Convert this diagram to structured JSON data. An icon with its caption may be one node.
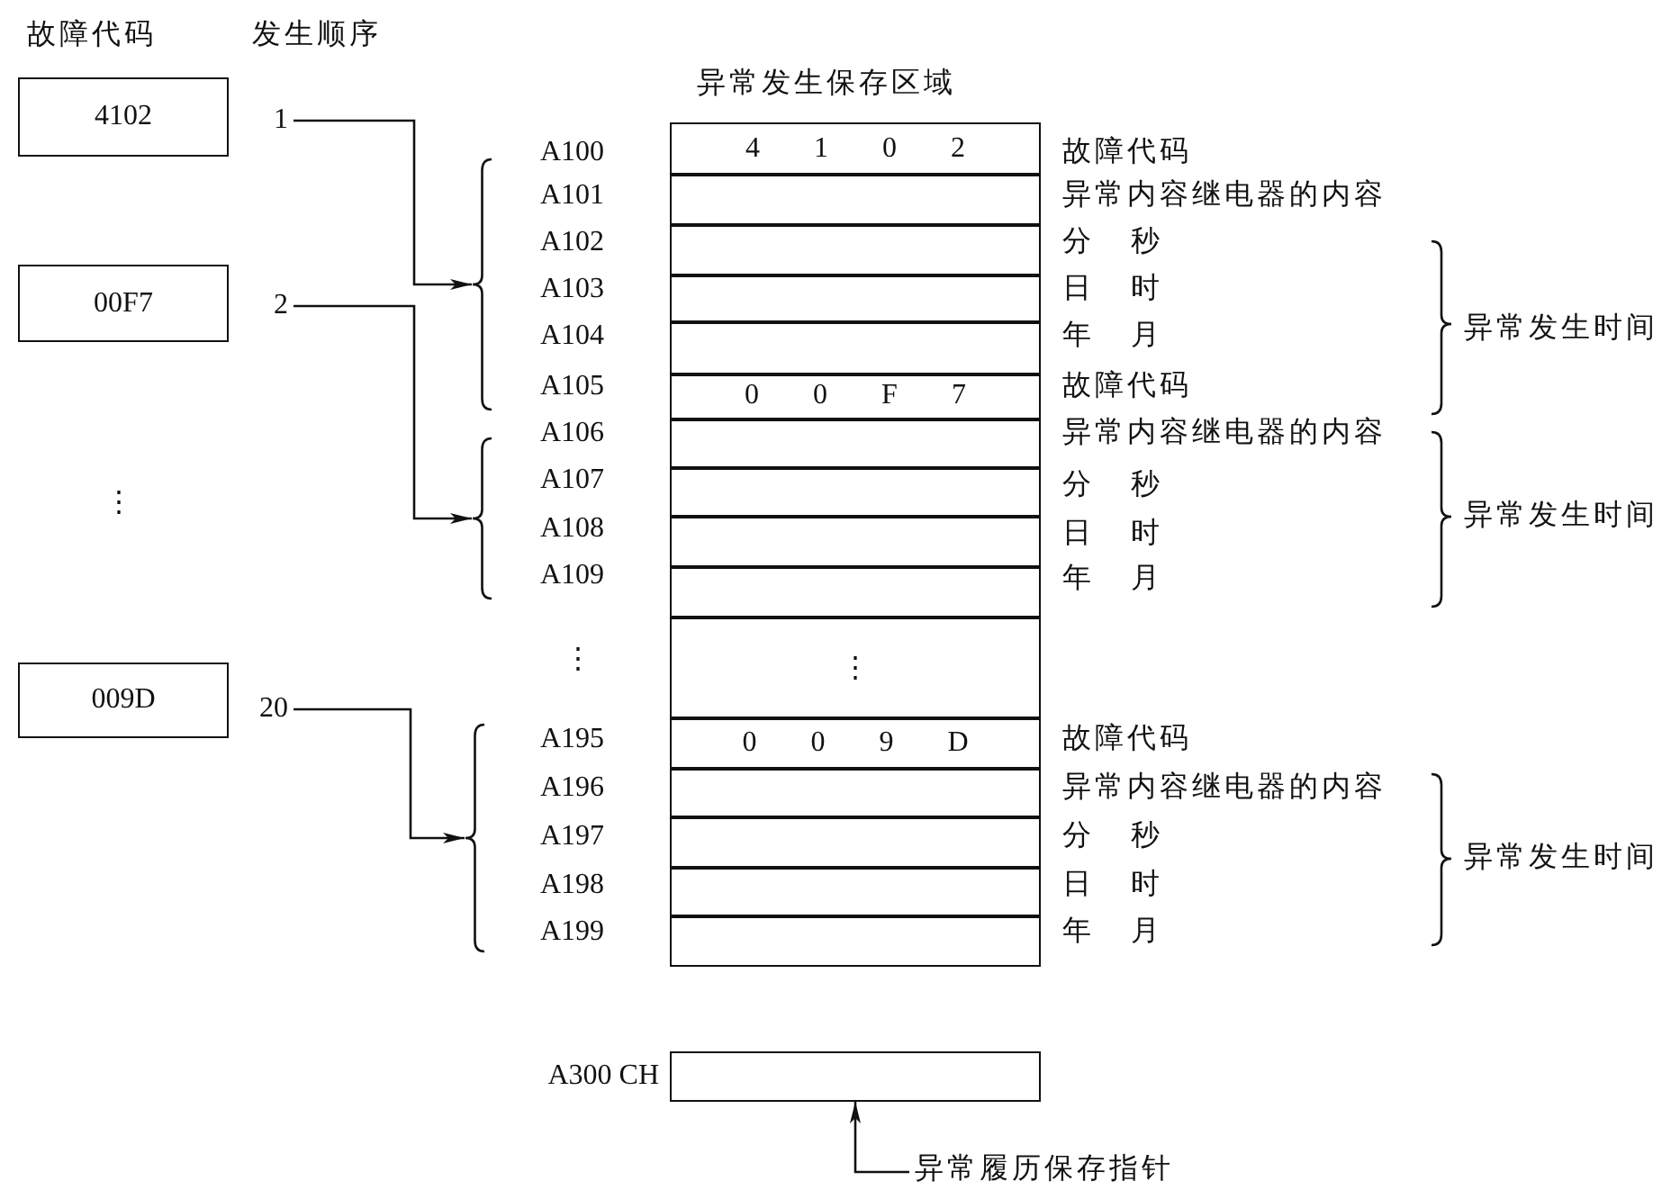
{
  "diagram": {
    "nodes": [
      {
        "text": [
          "4102"
        ]
      },
      {
        "text": [
          "1"
        ]
      },
      {
        "text": [
          "00F7"
        ]
      },
      {
        "text": [
          "2"
        ]
      },
      {
        "text": [
          "009D"
        ]
      },
      {
        "text": [
          "20"
        ]
      },
      {
        "text": [],
        "shape": "brace"
      },
      {
        "text": [],
        "shape": "brace"
      },
      {
        "text": [],
        "shape": "brace"
      },
      {
        "text": [
          "异常发生保存区域"
        ]
      },
      {
        "text": [
          "4 1 0 2"
        ],
        "in": 9
      },
      {
        "text": [],
        "shape": "box",
        "in": 9
      },
      {
        "text": [],
        "shape": "box",
        "in": 9
      },
      {
        "text": [],
        "shape": "box",
        "in": 9
      },
      {
        "text": [],
        "shape": "box",
        "in": 9
      },
      {
        "text": [
          "0 0 F 7"
        ],
        "in": 9
      },
      {
        "text": [],
        "shape": "box",
        "in": 9
      },
      {
        "text": [],
        "shape": "box",
        "in": 9
      },
      {
        "text": [],
        "shape": "box",
        "in": 9
      },
      {
        "text": [],
        "shape": "box",
        "in": 9
      },
      {
        "text": [
          "⋮"
        ],
        "in": 9
      },
      {
        "text": [
          "0 0 9 D"
        ],
        "in": 9
      },
      {
        "text": [],
        "shape": "box",
        "in": 9
      },
      {
        "text": [],
        "shape": "box",
        "in": 9
      },
      {
        "text": [],
        "shape": "box",
        "in": 9
      },
      {
        "text": [],
        "shape": "box",
        "in": 9
      },
      {
        "text": [],
        "shape": "box",
        "beside": [
          "A300 CH"
        ]
      },
      {
        "text": [
          "异常履历保存指针"
        ]
      }
    ],
    "edges": [
      {
        "from": 1,
        "to": 6,
        "arrow": "to"
      },
      {
        "from": 3,
        "to": 7,
        "arrow": "to"
      },
      {
        "from": 5,
        "to": 8,
        "arrow": "to"
      },
      {
        "from": 27,
        "to": 26,
        "arrow": "to"
      }
    ],
    "labels": [
      "故障代码",
      "发生顺序",
      "⋮",
      "A100",
      "A101",
      "A102",
      "A103",
      "A104",
      "A105",
      "A106",
      "A107",
      "A108",
      "A109",
      "⋮",
      "A195",
      "A196",
      "A197",
      "A198",
      "A199",
      "故障代码",
      "异常内容继电器的内容",
      "分 秒",
      "日 时",
      "年 月",
      "故障代码",
      "异常内容继电器的内容",
      "分 秒",
      "日 时",
      "年 月",
      "故障代码",
      "异常内容继电器的内容",
      "分 秒",
      "日 时",
      "年 月",
      "异常发生时间",
      "异常发生时间",
      "异常发生时间"
    ]
  }
}
